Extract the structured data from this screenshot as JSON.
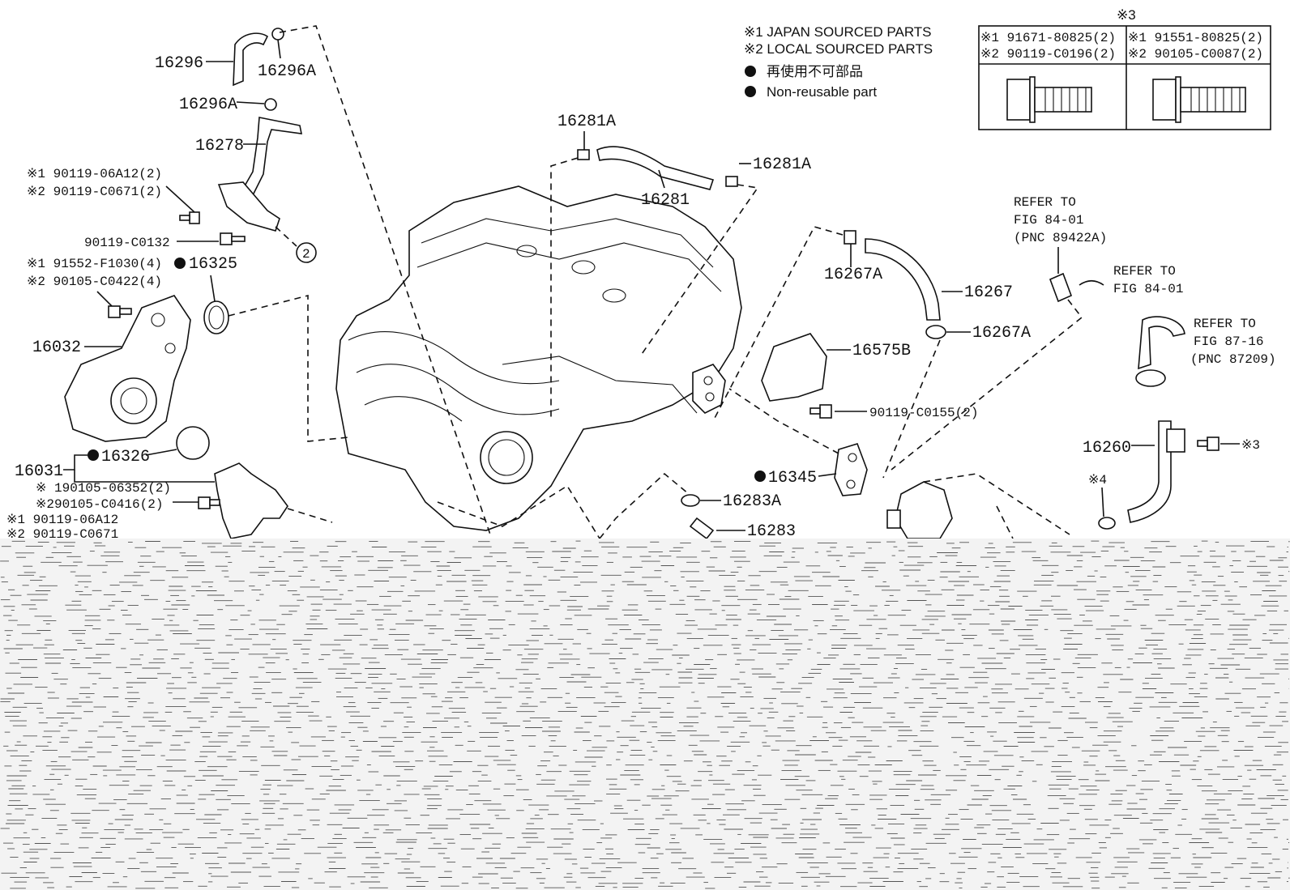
{
  "legend": {
    "japan": "※1  JAPAN SOURCED PARTS",
    "local": "※2  LOCAL SOURCED PARTS",
    "nonreusable_jp": "再使用不可部品",
    "nonreusable_en": "Non-reusable part"
  },
  "bolt_table": {
    "title": "※3",
    "left_jp": "※1 91671-80825(2)",
    "left_local": "※2 90119-C0196(2)",
    "right_jp": "※1 91551-80825(2)",
    "right_local": "※2 90105-C0087(2)"
  },
  "labels": {
    "p16296": "16296",
    "p16296A_top": "16296A",
    "p16296A_mid": "16296A",
    "p16278": "16278",
    "bolt1_jp": "※1 90119-06A12(2)",
    "bolt1_local": "※2 90119-C0671(2)",
    "p90119C0132": "90119-C0132",
    "circle2": "2",
    "bolt2_jp": "※1 91552-F1030(4)",
    "p16325": "16325",
    "bolt2_local": "※2 90105-C0422(4)",
    "p16032": "16032",
    "p16326": "16326",
    "p16031": "16031",
    "bolt3_jp": "※ 190105-06352(2)",
    "bolt3_local": "※290105-C0416(2)",
    "bolt4_jp": "※1 90119-06A12",
    "bolt4_local": "※2 90119-C0671",
    "p16281A_left": "16281A",
    "p16281A_right": "16281A",
    "p16281": "16281",
    "p16267A_top": "16267A",
    "p16267": "16267",
    "p16267A_bottom": "16267A",
    "p16575B": "16575B",
    "p90119C0155": "90119-C0155(2)",
    "p16345": "16345",
    "p16283A": "16283A",
    "p16283": "16283",
    "p16260": "16260",
    "mark3": "※3",
    "mark4": "※4",
    "refer1_line1": "REFER TO",
    "refer1_line2": "FIG 84-01",
    "refer1_line3": "(PNC 89422A)",
    "refer2_line1": "REFER TO",
    "refer2_line2": "FIG 84-01",
    "refer3_line1": "REFER TO",
    "refer3_line2": "FIG 87-16",
    "refer3_line3": "(PNC 87209)"
  }
}
